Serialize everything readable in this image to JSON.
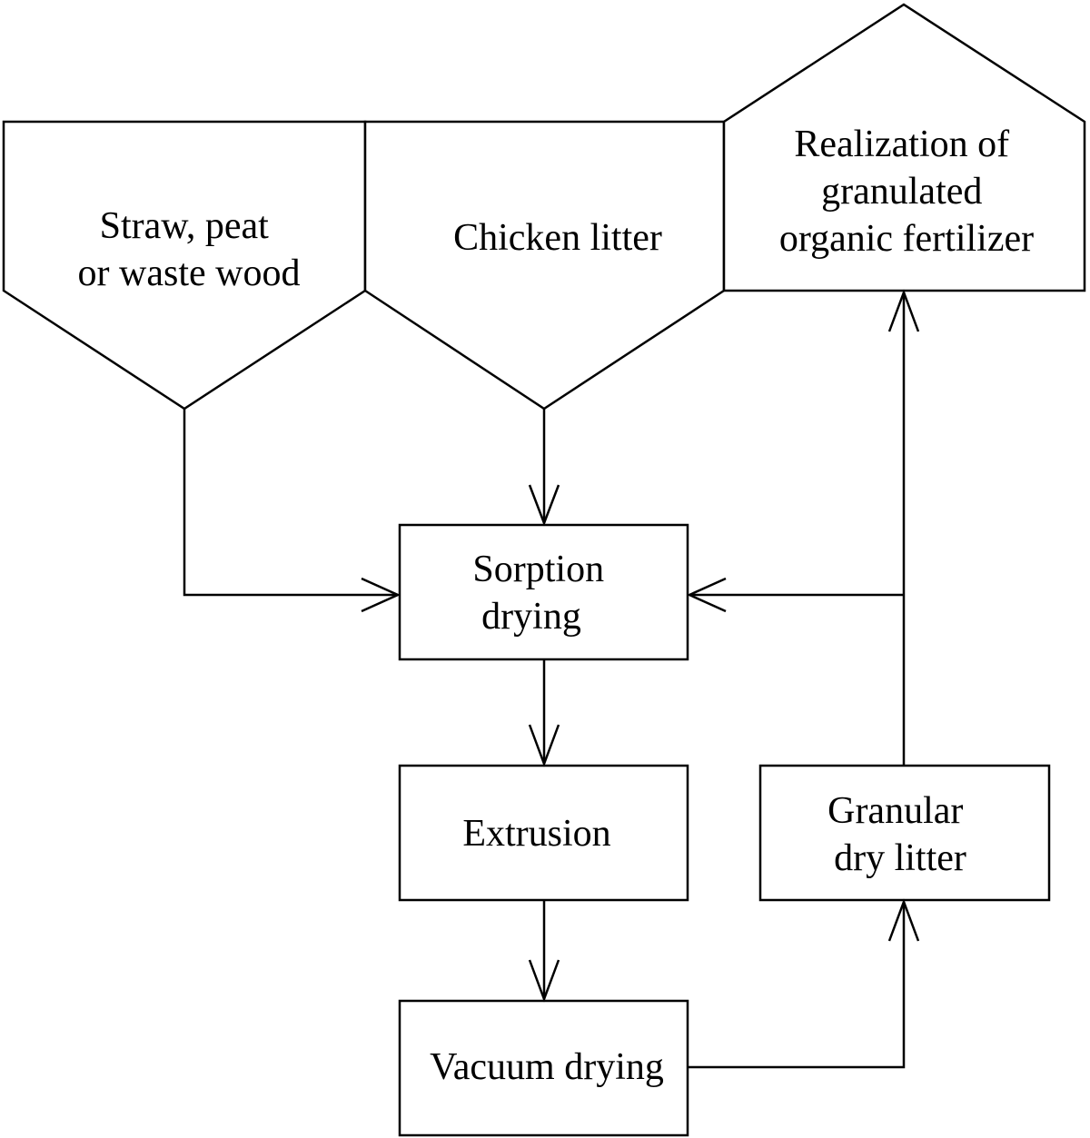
{
  "nodes": {
    "straw": {
      "lines": [
        "Straw, peat",
        "or waste wood"
      ]
    },
    "chicken": {
      "lines": [
        "Chicken litter"
      ]
    },
    "realization": {
      "lines": [
        "Realization of",
        "granulated",
        "organic fertilizer"
      ]
    },
    "sorption": {
      "lines": [
        "Sorption",
        "drying"
      ]
    },
    "extrusion": {
      "lines": [
        "Extrusion"
      ]
    },
    "granular": {
      "lines": [
        "Granular",
        "dry litter"
      ]
    },
    "vacuum": {
      "lines": [
        "Vacuum drying"
      ]
    }
  }
}
